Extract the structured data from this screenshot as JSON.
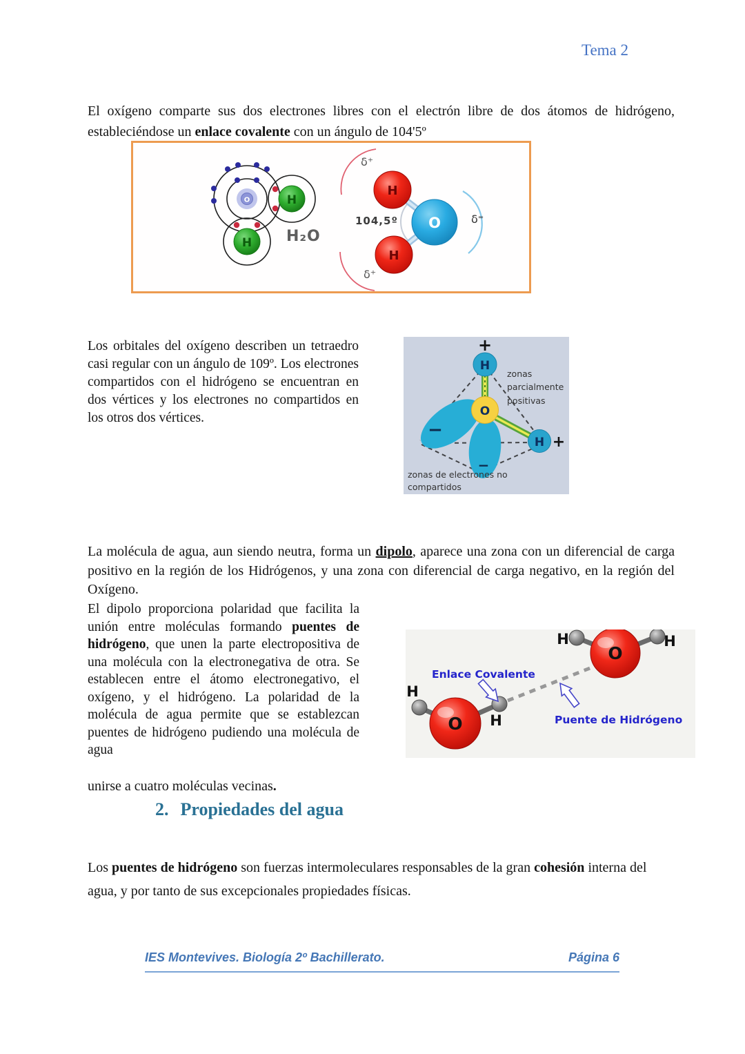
{
  "header": {
    "title": "Tema 2"
  },
  "paragraphs": {
    "intro": [
      {
        "t": "El oxígeno comparte sus dos electrones libres con el electrón libre de dos átomos de hidrógeno, estableciéndose un "
      },
      {
        "t": "enlace covalente",
        "b": true
      },
      {
        "t": " con un ángulo de 104'5º"
      }
    ],
    "orbitals": [
      {
        "t": "Los orbitales del oxígeno describen un tetraedro casi regular con un ángulo de 109º. Los electrones compartidos con el hidrógeno se encuentran en dos vértices y los electrones no compartidos en los otros dos vértices."
      }
    ],
    "dipole": [
      {
        "t": "La molécula de agua, aun siendo neutra, forma un "
      },
      {
        "t": "dipolo",
        "b": true,
        "u": true
      },
      {
        "t": ", aparece una zona con un diferencial de carga positivo en la región de los Hidrógenos, y una zona con diferencial de carga negativo, en la región del Oxígeno."
      }
    ],
    "hbond": [
      {
        "t": "El dipolo proporciona polaridad que facilita la unión entre moléculas formando "
      },
      {
        "t": "puentes de hidrógeno",
        "b": true
      },
      {
        "t": ", que unen la parte electropositiva de una molécula con la electronegativa de otra. Se establecen entre el átomo electronegativo, el oxígeno, y el hidrógeno. La polaridad de la molécula de agua permite que se establezcan puentes de hidrógeno pudiendo una molécula de agua"
      }
    ],
    "unirse": [
      {
        "t": "unirse a cuatro moléculas vecinas"
      },
      {
        "t": ".",
        "b": true
      }
    ],
    "properties": [
      {
        "t": "Los "
      },
      {
        "t": "puentes de hidrógeno",
        "b": true
      },
      {
        "t": " son fuerzas intermoleculares responsables de la gran "
      },
      {
        "t": "cohesión",
        "b": true
      },
      {
        "t": " interna del agua, y por tanto de sus excepcionales propiedades físicas."
      }
    ]
  },
  "heading": {
    "number": "2.",
    "title": "Propiedades del agua"
  },
  "figure1": {
    "formula": "H₂O",
    "angle": "104,5º",
    "delta_plus": "δ⁺",
    "delta_minus": "δ⁼",
    "o_label": "O",
    "h_label": "H"
  },
  "figure2": {
    "h_label": "H",
    "o_label": "O",
    "plus": "+",
    "minus": "−",
    "label_positive": "zonas parcialmente positivas",
    "label_unshared": "zonas de electrones no compartidos"
  },
  "figure3": {
    "h_label": "H",
    "o_label": "O",
    "covalent_label": "Enlace Covalente",
    "hbond_label": "Puente de Hidrógeno"
  },
  "footer": {
    "left": "IES Montevives. Biología 2º Bachillerato.",
    "right": "Página 6"
  },
  "colors": {
    "header_blue": "#4472C4",
    "heading_teal": "#2A7194",
    "footer_blue": "#4577B6",
    "box_border_orange": "#ED9B50"
  }
}
